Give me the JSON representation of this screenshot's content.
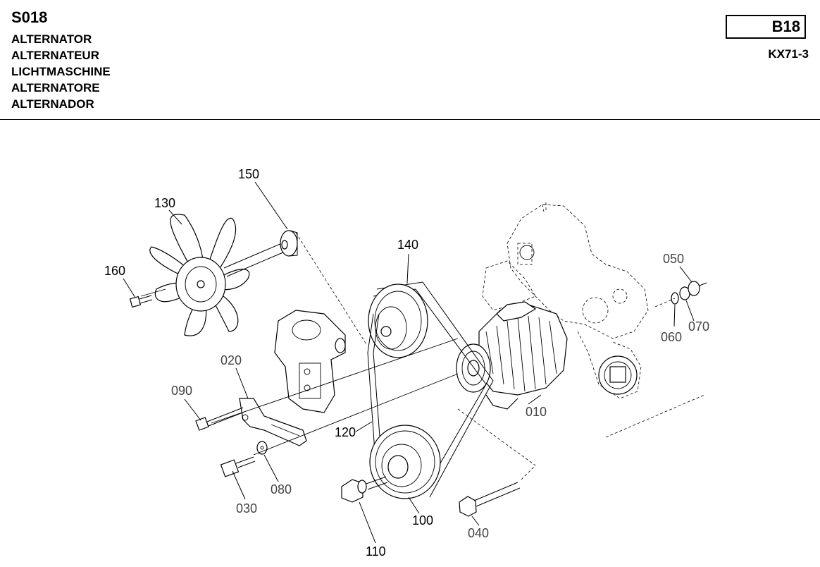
{
  "header": {
    "code": "S018",
    "names": [
      "ALTERNATOR",
      "ALTERNATEUR",
      "LICHTMASCHINE",
      "ALTERNATORE",
      "ALTERNADOR"
    ],
    "ref": "B18",
    "model": "KX71-3"
  },
  "callouts": {
    "p010": "010",
    "p020": "020",
    "p030": "030",
    "p040": "040",
    "p050": "050",
    "p060": "060",
    "p070": "070",
    "p080": "080",
    "p090": "090",
    "p100": "100",
    "p110": "110",
    "p120": "120",
    "p130": "130",
    "p140": "140",
    "p150": "150",
    "p160": "160"
  }
}
